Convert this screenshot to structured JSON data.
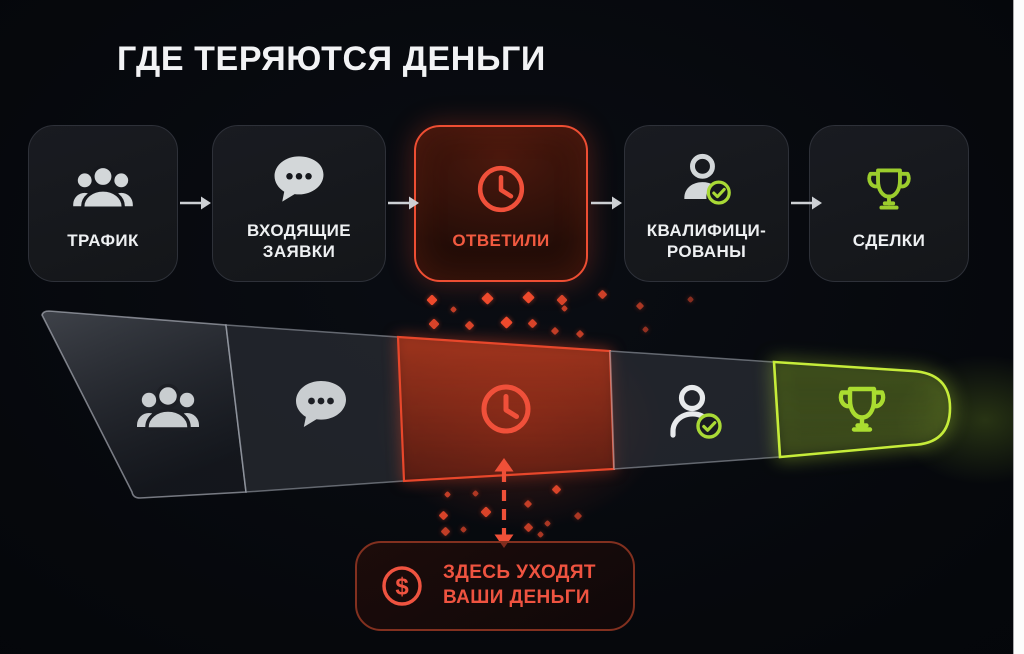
{
  "title": "ГДЕ ТЕРЯЮТСЯ ДЕНЬГИ",
  "stages": [
    {
      "id": "traffic",
      "label": "ТРАФИК",
      "icon": "people-icon",
      "accent": "gray"
    },
    {
      "id": "inbound",
      "label": "ВХОДЯЩИЕ\nЗАЯВКИ",
      "icon": "chat-icon",
      "accent": "gray"
    },
    {
      "id": "answered",
      "label": "ОТВЕТИЛИ",
      "icon": "clock-icon",
      "accent": "red",
      "highlighted": true
    },
    {
      "id": "qualified",
      "label": "КВАЛИФИЦИ-\nРОВАНЫ",
      "icon": "person-check-icon",
      "accent": "gray-green"
    },
    {
      "id": "deals",
      "label": "СДЕЛКИ",
      "icon": "trophy-icon",
      "accent": "green"
    }
  ],
  "callout": {
    "text": "ЗДЕСЬ УХОДЯТ\nВАШИ ДЕНЬГИ",
    "icon": "dollar-icon"
  },
  "colors": {
    "background": "#05070b",
    "card_bg": "#16181d",
    "card_border": "#2e3139",
    "accent_red": "#ef4e33",
    "accent_green": "#b9e636",
    "icon_gray": "#d3d7d9",
    "text_white": "#f2f3f5",
    "callout_border": "#82301f"
  }
}
